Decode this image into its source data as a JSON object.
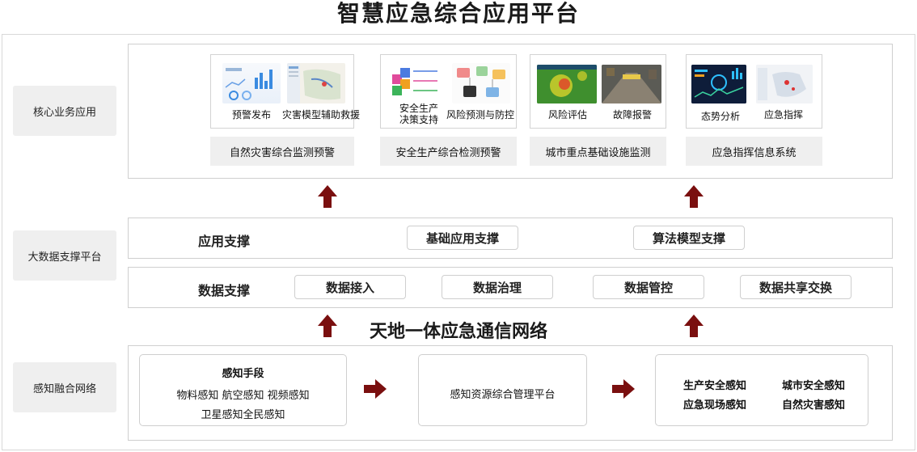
{
  "title": "智慧应急综合应用平台",
  "side_labels": [
    "核心业务应用",
    "大数据支撑平台",
    "感知融合网络"
  ],
  "core_cards": [
    {
      "thumb_labels": [
        "预警发布",
        "灾害模型辅助救援"
      ],
      "caption": "自然灾害综合监测预警"
    },
    {
      "thumb_labels": [
        "安全生产\n决策支持",
        "风险预测与防控"
      ],
      "caption": "安全生产综合检测预警"
    },
    {
      "thumb_labels": [
        "风险评估",
        "故障报警"
      ],
      "caption": "城市重点基础设施监测"
    },
    {
      "thumb_labels": [
        "态势分析",
        "应急指挥"
      ],
      "caption": "应急指挥信息系统"
    }
  ],
  "app_support": {
    "label": "应用支撑",
    "items": [
      "基础应用支撑",
      "算法模型支撑"
    ]
  },
  "data_support": {
    "label": "数据支撑",
    "items": [
      "数据接入",
      "数据治理",
      "数据管控",
      "数据共享交换"
    ]
  },
  "network_title": "天地一体应急通信网络",
  "sensing": {
    "box1": {
      "title": "感知手段",
      "line1": "物料感知 航空感知 视频感知",
      "line2": "卫星感知全民感知"
    },
    "box2": {
      "text": "感知资源综合管理平台"
    },
    "box3": {
      "items": [
        "生产安全感知",
        "城市安全感知",
        "应急现场感知",
        "自然灾害感知"
      ]
    }
  },
  "colors": {
    "arrow": "#7a0f0f",
    "label_bg": "#efefef",
    "border": "#cfcfcf"
  }
}
